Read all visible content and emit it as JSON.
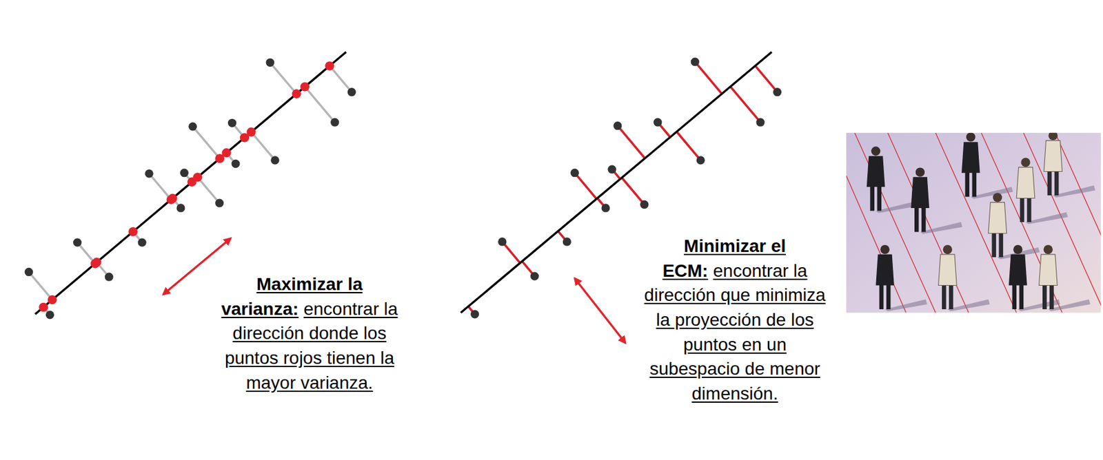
{
  "diagram": {
    "labels": [
      "Maximizar la varianza:",
      "encontrar la dirección donde los puntos rojos tienen la mayor varianza.",
      "Minimizar el ECM:",
      "encontrar la dirección que minimiza la proyección de los puntos en un subespacio de menor dimensión."
    ]
  }
}
